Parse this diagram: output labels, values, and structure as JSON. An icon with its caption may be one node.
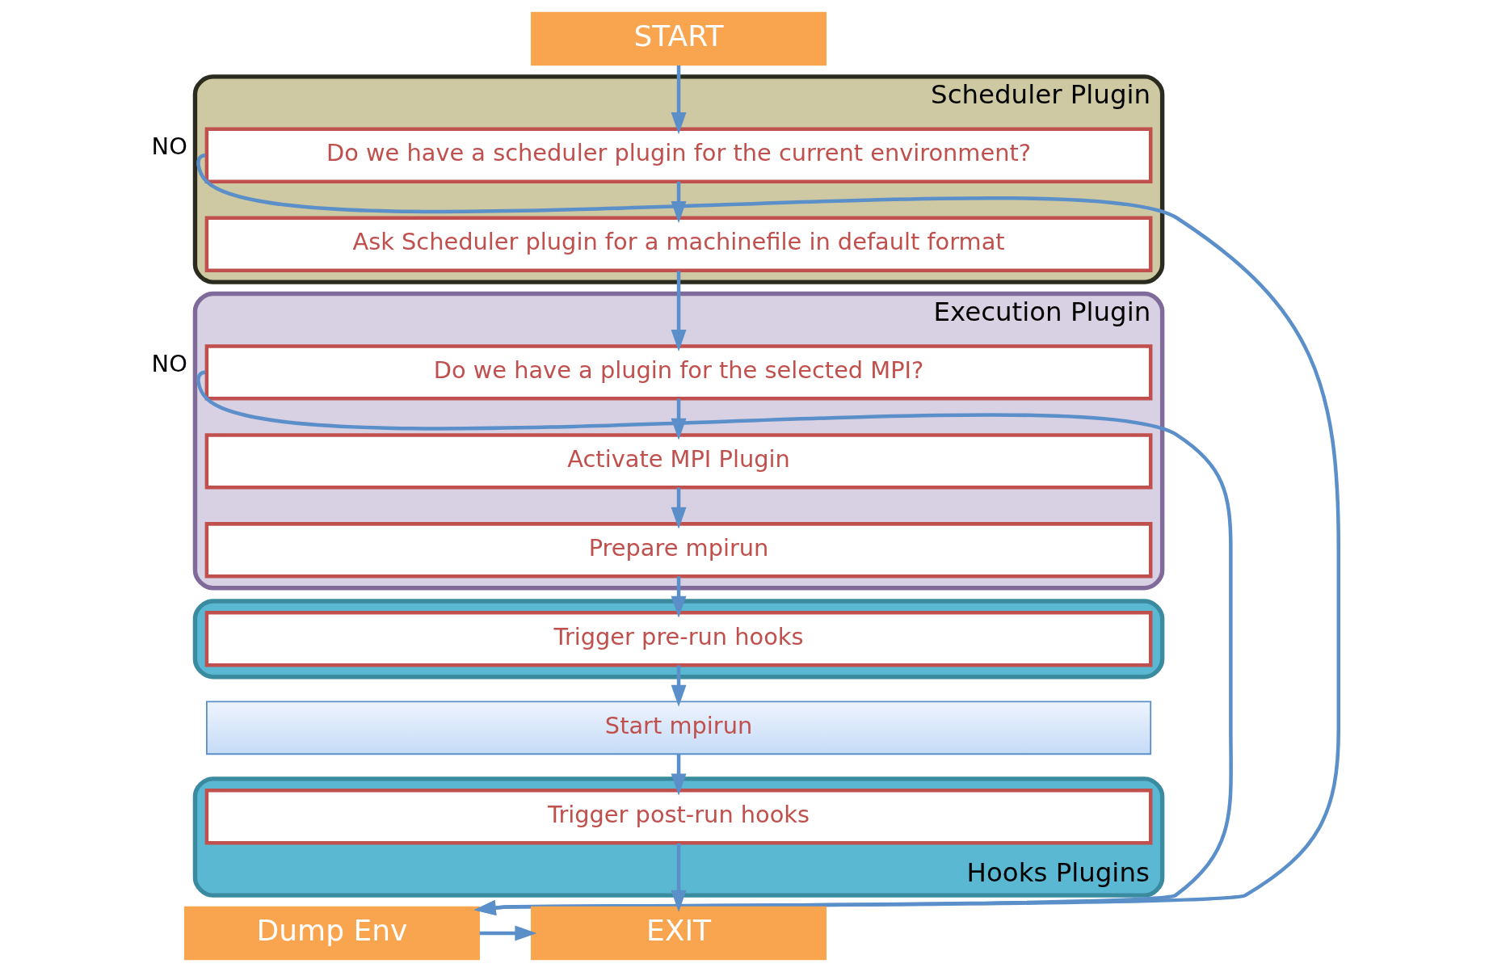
{
  "diagram": {
    "nodes": [
      {
        "text": [
          "START"
        ]
      },
      {
        "text": [
          "Scheduler Plugin"
        ]
      },
      {
        "text": [
          "Do we have a scheduler plugin for the current environment?"
        ],
        "in": 1
      },
      {
        "text": [
          "Ask Scheduler plugin for a machinefile in default format"
        ],
        "in": 1
      },
      {
        "text": [
          "Execution Plugin"
        ]
      },
      {
        "text": [
          "Do we have a plugin for the selected MPI?"
        ],
        "in": 4
      },
      {
        "text": [
          "Activate MPI Plugin"
        ],
        "in": 4
      },
      {
        "text": [
          "Prepare mpirun"
        ],
        "in": 4
      },
      {
        "text": [],
        "shape": "box"
      },
      {
        "text": [
          "Trigger pre-run hooks"
        ],
        "in": 8
      },
      {
        "text": [
          "Start mpirun"
        ]
      },
      {
        "text": [
          "Hooks Plugins"
        ]
      },
      {
        "text": [
          "Trigger post-run hooks"
        ],
        "in": 11
      },
      {
        "text": [
          "Dump Env"
        ]
      },
      {
        "text": [
          "EXIT"
        ]
      }
    ],
    "edges": [
      {
        "from": 0,
        "to": 2,
        "arrow": "to"
      },
      {
        "from": 2,
        "to": 3,
        "arrow": "to"
      },
      {
        "from": 3,
        "to": 5,
        "arrow": "to"
      },
      {
        "from": 5,
        "to": 6,
        "arrow": "to"
      },
      {
        "from": 6,
        "to": 7,
        "arrow": "to"
      },
      {
        "from": 7,
        "to": 9,
        "arrow": "to"
      },
      {
        "from": 9,
        "to": 10,
        "arrow": "to"
      },
      {
        "from": 10,
        "to": 12,
        "arrow": "to"
      },
      {
        "from": 12,
        "to": 14,
        "arrow": "to"
      },
      {
        "from": 2,
        "to": 13,
        "label": "NO",
        "arrow": "to"
      },
      {
        "from": 5,
        "to": 13,
        "label": "NO",
        "arrow": "to"
      },
      {
        "from": 13,
        "to": 14,
        "arrow": "to"
      }
    ]
  }
}
